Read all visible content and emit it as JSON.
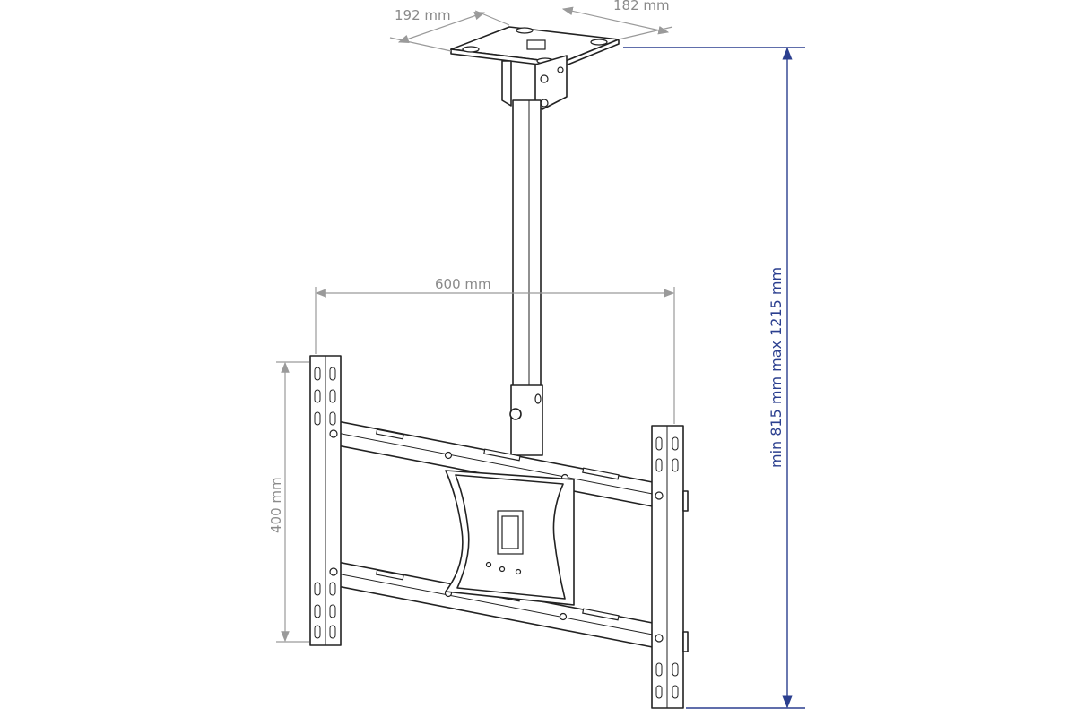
{
  "dimensions": {
    "ceiling_plate_width": "192 mm",
    "ceiling_plate_depth": "182 mm",
    "horizontal_span": "600 mm",
    "vertical_span": "400 mm",
    "height_range": "min 815 mm max 1215 mm"
  },
  "colors": {
    "dimension_gray": "#8a8a8a",
    "dimension_blue": "#2b3f8f",
    "outline": "#222222"
  }
}
